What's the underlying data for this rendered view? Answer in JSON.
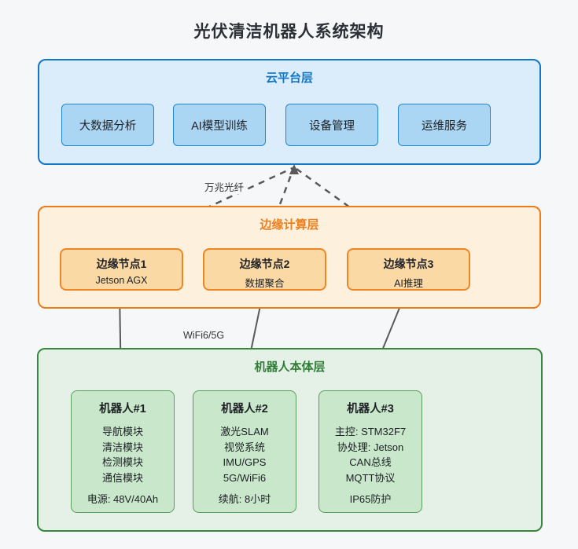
{
  "page": {
    "title": "光伏清洁机器人系统架构"
  },
  "connections": {
    "fiber_label": "万兆光纤",
    "wifi_label": "WiFi6/5G"
  },
  "layers": {
    "cloud": {
      "title": "云平台层",
      "items": [
        "大数据分析",
        "AI模型训练",
        "设备管理",
        "运维服务"
      ]
    },
    "edge": {
      "title": "边缘计算层",
      "nodes": [
        {
          "name": "边缘节点1",
          "subtitle": "Jetson AGX"
        },
        {
          "name": "边缘节点2",
          "subtitle": "数据聚合"
        },
        {
          "name": "边缘节点3",
          "subtitle": "AI推理"
        }
      ]
    },
    "robot": {
      "title": "机器人本体层",
      "robots": [
        {
          "name": "机器人#1",
          "modules": [
            "导航模块",
            "清洁模块",
            "检测模块",
            "通信模块"
          ],
          "footer": "电源: 48V/40Ah"
        },
        {
          "name": "机器人#2",
          "modules": [
            "激光SLAM",
            "视觉系统",
            "IMU/GPS",
            "5G/WiFi6"
          ],
          "footer": "续航: 8小时"
        },
        {
          "name": "机器人#3",
          "modules": [
            "主控: STM32F7",
            "协处理: Jetson",
            "CAN总线",
            "MQTT协议"
          ],
          "footer": "IP65防护"
        }
      ]
    }
  },
  "colors": {
    "bg": "#f6f7f9",
    "title": "#2b3036",
    "text": "#1d2025",
    "line": "#595959",
    "label": "#333333",
    "cloud-border": "#1476c8",
    "cloud-fill": "#dbecfa",
    "cloud-title": "#1176c5",
    "cloud-item-fill": "#abd6f3",
    "cloud-item-border": "#2186cd",
    "edge-border": "#ec7b1b",
    "edge-fill": "#fdf0dc",
    "edge-title": "#ee7f1f",
    "edge-node-fill": "#fbd9a5",
    "edge-node-border": "#ef8625",
    "robot-border": "#38873e",
    "robot-fill": "#e5f1e6",
    "robot-title": "#2f7d36",
    "robot-card-fill": "#c9e7ca",
    "robot-card-border": "#55a05c"
  }
}
